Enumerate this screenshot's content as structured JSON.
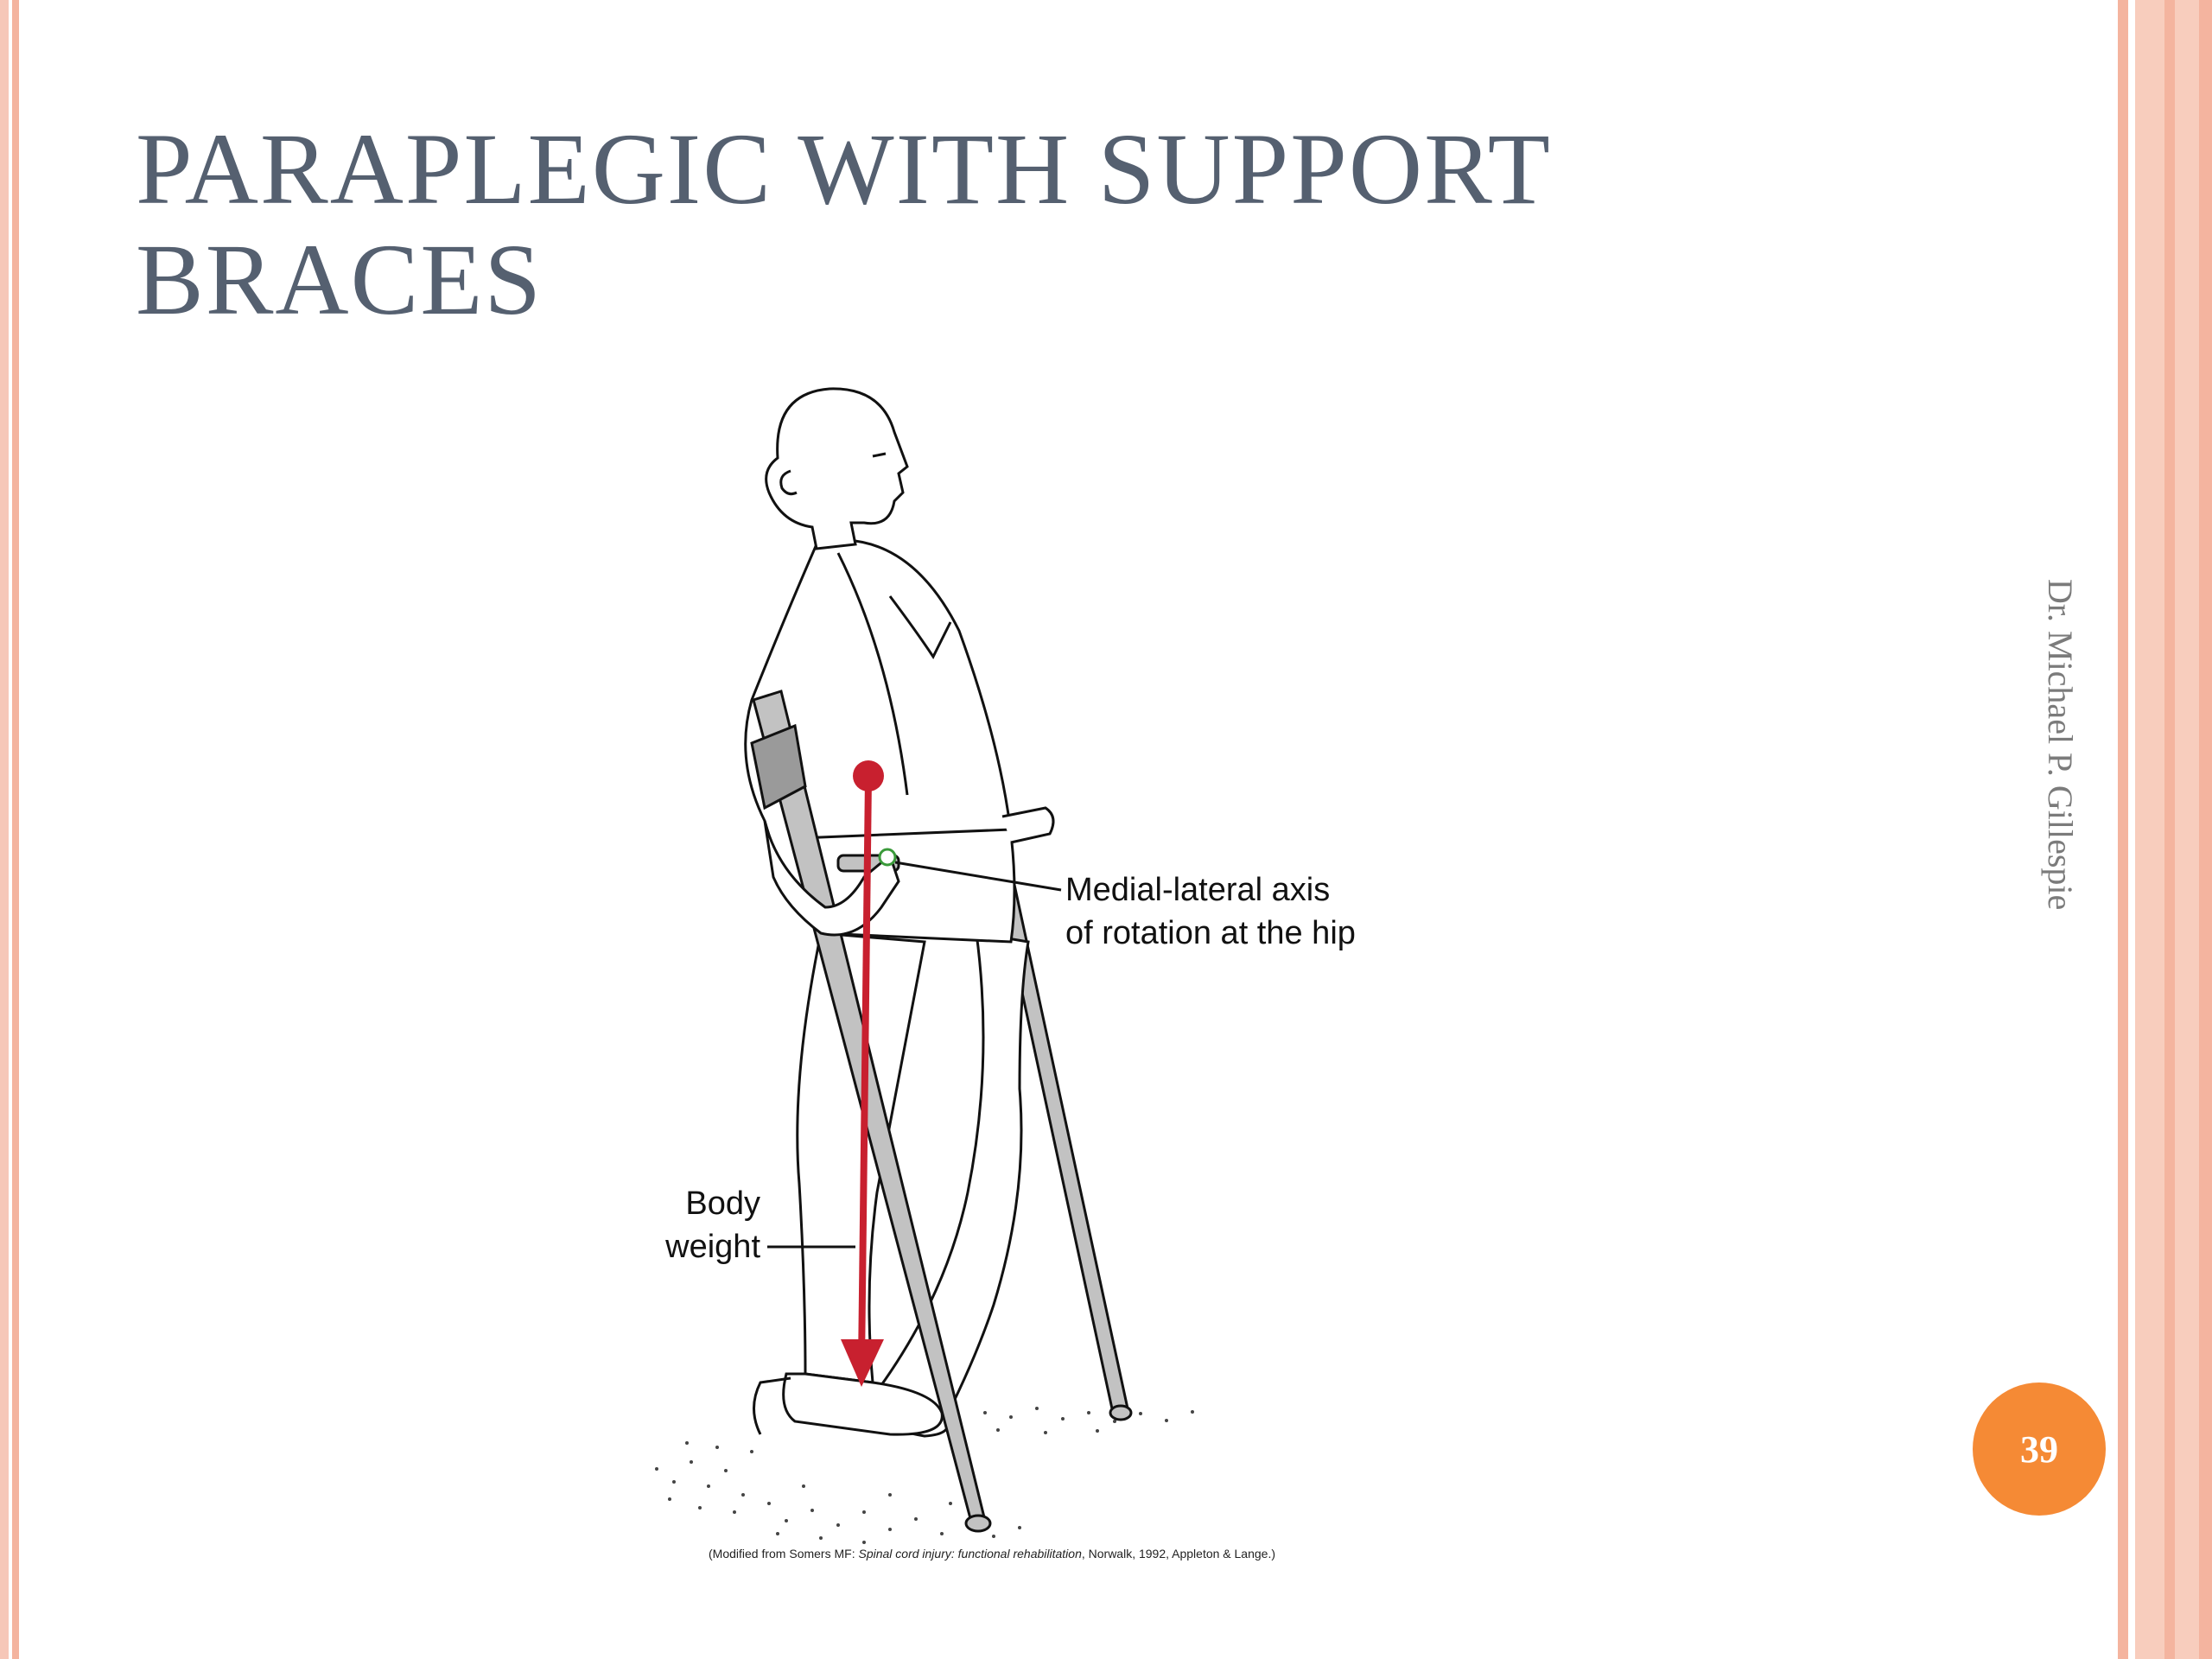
{
  "slide": {
    "title_line1": "PARAPLEGIC WITH SUPPORT",
    "title_line2": "BRACES",
    "author": "Dr. Michael P. Gillespie",
    "page_number": "39"
  },
  "figure": {
    "label_axis_line1": "Medial-lateral axis",
    "label_axis_line2": "of rotation at the hip",
    "label_weight_line1": "Body",
    "label_weight_line2": "weight",
    "caption_prefix": "(Modified from Somers MF: ",
    "caption_italic": "Spinal cord injury: functional rehabilitation",
    "caption_suffix": ", Norwalk, 1992, Appleton & Lange.)"
  },
  "colors": {
    "accent": "#f58a35",
    "title": "#556070",
    "weight_arrow": "#c8202f",
    "axis_marker": "#3a9a3a",
    "crutch": "#c2c2c2"
  }
}
